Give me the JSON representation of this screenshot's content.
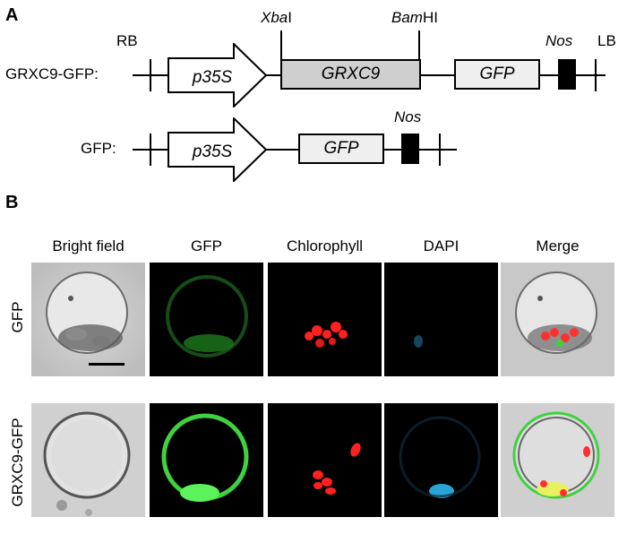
{
  "panelA": {
    "letter": "A",
    "rb": "RB",
    "lb": "LB",
    "xbaI": {
      "italic": "Xba",
      "plain": "I"
    },
    "bamHI": {
      "italic": "Bam",
      "plain": "HI"
    },
    "nos": "Nos",
    "construct1": {
      "label": "GRXC9-GFP:",
      "promoter": "p35S",
      "gene": "GRXC9",
      "reporter": "GFP"
    },
    "construct2": {
      "label": "GFP:",
      "promoter": "p35S",
      "reporter": "GFP"
    }
  },
  "panelB": {
    "letter": "B",
    "columns": [
      "Bright field",
      "GFP",
      "Chlorophyll",
      "DAPI",
      "Merge"
    ],
    "rows": [
      "GFP",
      "GRXC9-GFP"
    ]
  },
  "colors": {
    "gfp": "#3fd13f",
    "chlorophyll": "#ff2020",
    "dapi": "#2aa3d6",
    "grey_box": "#cfcfcf"
  }
}
